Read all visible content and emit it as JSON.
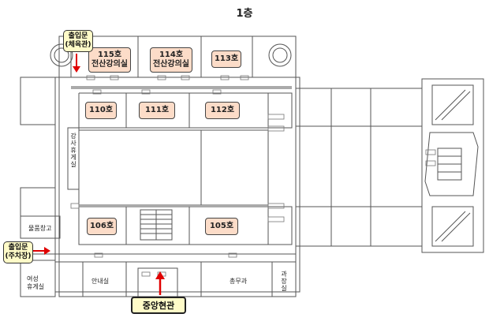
{
  "floor_title": "1층",
  "rooms": {
    "r115": "115호\n전산강의실",
    "r114": "114호\n전산강의실",
    "r113": "113호",
    "r110": "110호",
    "r111": "111호",
    "r112": "112호",
    "r106": "106호",
    "r105": "105호"
  },
  "labels": {
    "lecturer_lounge": "강사휴게실",
    "storage": "물품창고",
    "info_desk": "안내실",
    "general_affairs": "총무과",
    "director_office": "과장실",
    "women_lounge_1": "여성",
    "women_lounge_2": "휴게실"
  },
  "entrances": {
    "north": "출입문\n(체육관)",
    "west": "출입문\n(주차장)",
    "main": "중앙현관"
  },
  "colors": {
    "room_fill": "#fcdcc8",
    "entrance_fill": "#fffbc8",
    "arrow": "#e00000"
  }
}
